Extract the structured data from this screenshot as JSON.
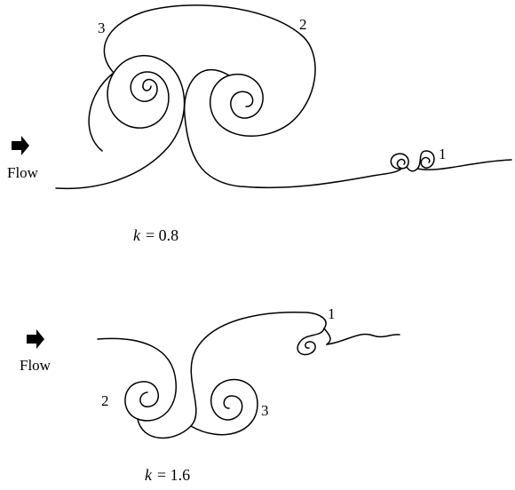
{
  "panel_top": {
    "flow_label": "Flow",
    "parameter_symbol": "k",
    "parameter_value": "= 0.8",
    "vortex_labels": [
      "1",
      "2",
      "3"
    ]
  },
  "panel_bottom": {
    "flow_label": "Flow",
    "parameter_symbol": "k",
    "parameter_value": "= 1.6",
    "vortex_labels": [
      "1",
      "2",
      "3"
    ]
  },
  "colors": {
    "ink": "#000000",
    "background": "#ffffff"
  }
}
